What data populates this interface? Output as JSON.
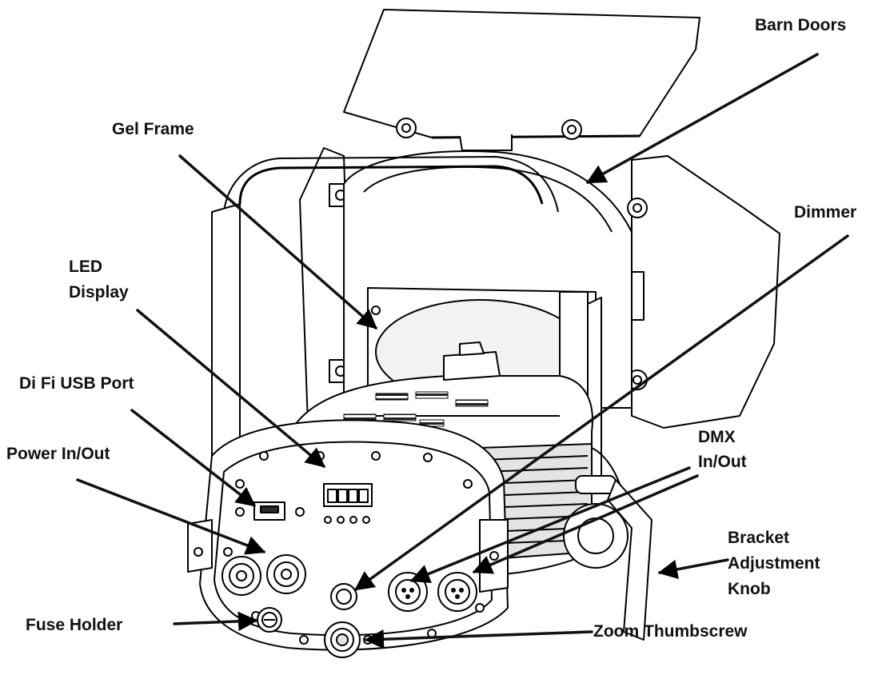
{
  "diagram": {
    "labels": {
      "barn_doors": "Barn Doors",
      "gel_frame": "Gel Frame",
      "dimmer": "Dimmer",
      "led_line1": "LED",
      "led_line2": "Display",
      "difi_usb": "Di Fi USB Port",
      "power": "Power In/Out",
      "dmx_line1": "DMX",
      "dmx_line2": "In/Out",
      "bracket_line1": "Bracket",
      "bracket_line2": "Adjustment",
      "bracket_line3": "Knob",
      "fuse": "Fuse Holder",
      "zoom": "Zoom Thumbscrew"
    }
  }
}
